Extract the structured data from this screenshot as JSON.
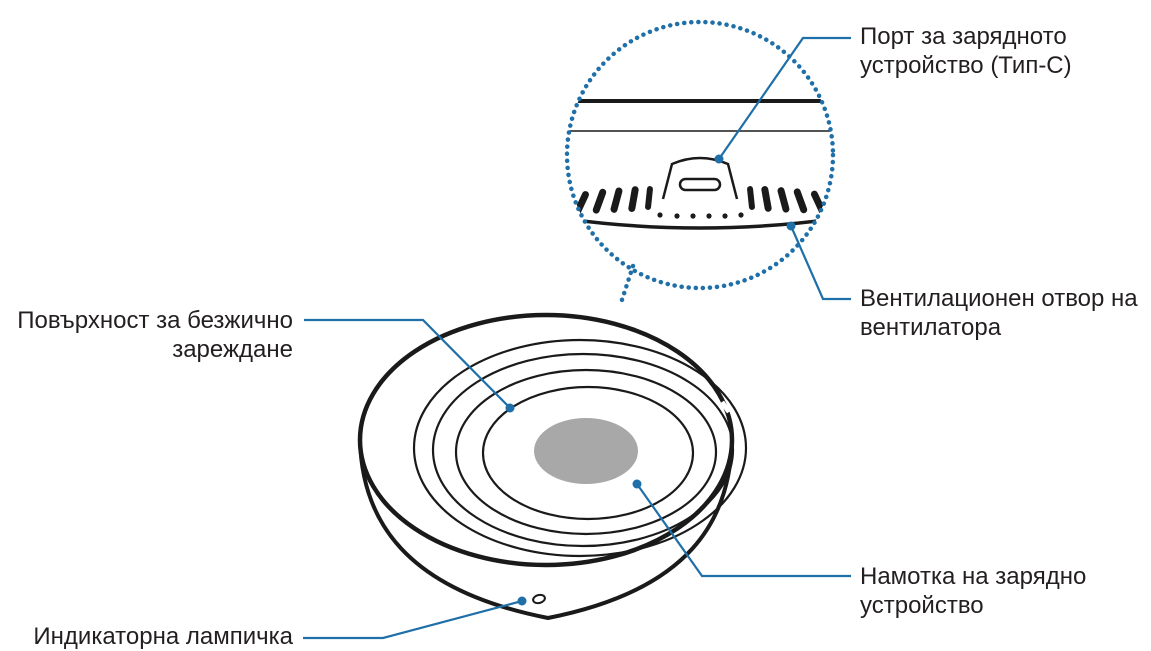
{
  "colors": {
    "outline": "#1a1a1a",
    "callout": "#1f6fa8",
    "coil": "#a8a8a8",
    "background": "#ffffff"
  },
  "callouts": {
    "port": {
      "line1": "Порт за зарядното",
      "line2": "устройство (Тип-С)"
    },
    "fan": {
      "line1": "Вентилационен отвор на",
      "line2": "вентилатора"
    },
    "surface": {
      "line1": "Повърхност за безжично",
      "line2": "зареждане"
    },
    "coil": {
      "line1": "Намотка на зарядно",
      "line2": "устройство"
    },
    "indicator": {
      "line1": "Индикаторна лампичка"
    }
  }
}
